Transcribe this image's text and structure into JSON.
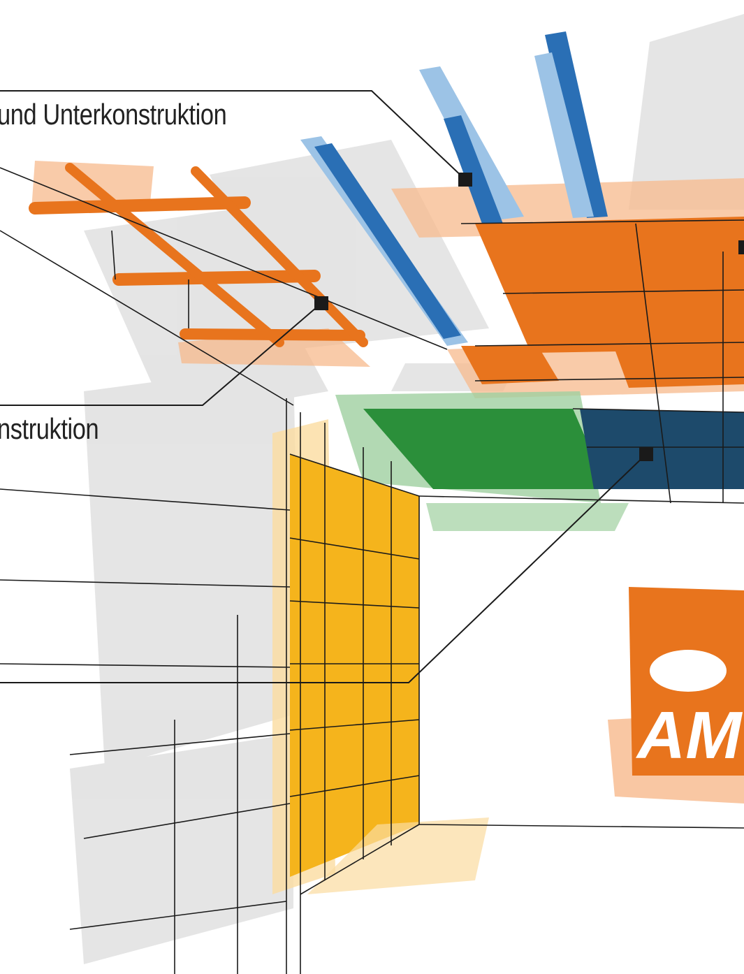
{
  "callouts": [
    {
      "id": "callout-top",
      "text": "und Unterkonstruktion"
    },
    {
      "id": "callout-middle",
      "text": "nstruktion"
    },
    {
      "id": "callout-bottom",
      "text": ""
    }
  ],
  "logo": {
    "text": "AM"
  },
  "colors": {
    "orange": "#e8741d",
    "orange_light": "#f7b98c",
    "blue": "#2a6fb5",
    "blue_light": "#9cc3e6",
    "navy": "#1d4a6b",
    "green": "#2b8f3a",
    "green_light": "#9fd0a0",
    "yellow": "#f5b41c",
    "yellow_light": "#fbdca0",
    "gray": "#cfcfcf",
    "line": "#1a1a1a"
  }
}
